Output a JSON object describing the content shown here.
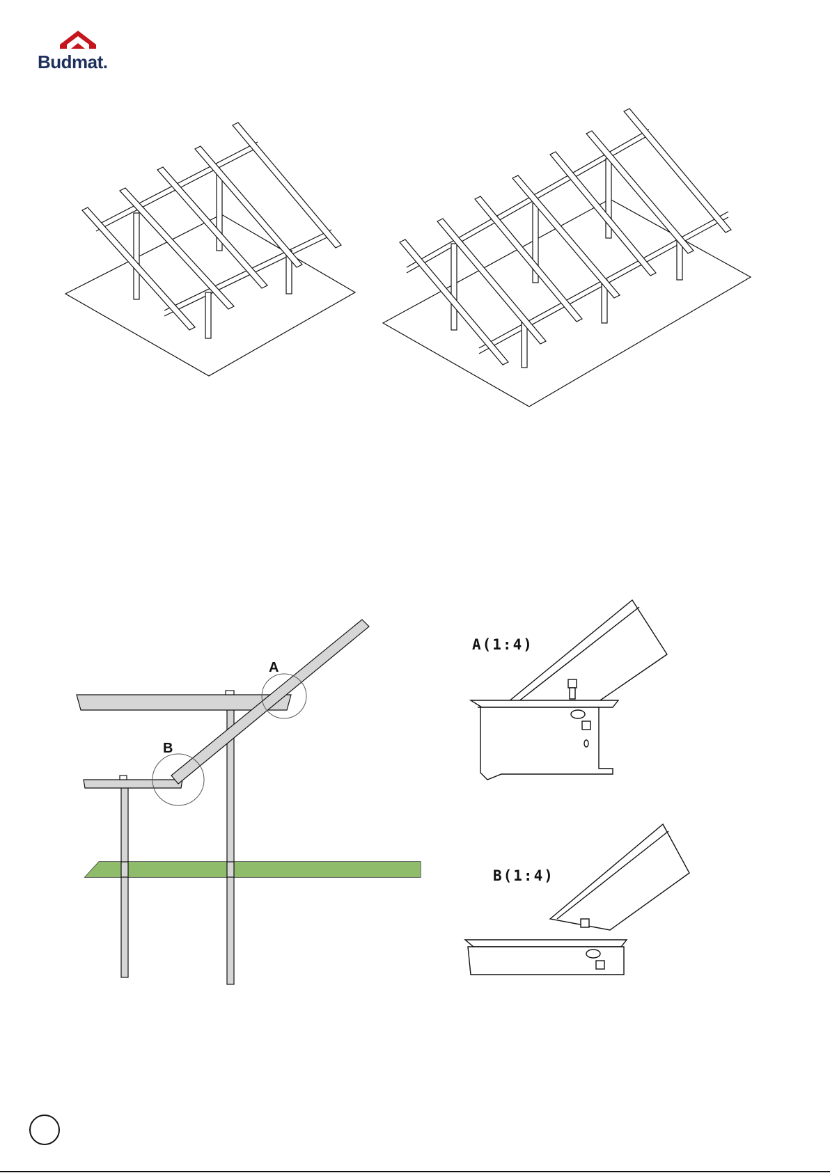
{
  "brand": {
    "name": "Budmat.",
    "roof_color": "#c4161c",
    "text_color": "#1e2f5c"
  },
  "detail_labels": {
    "a": "A",
    "b": "B",
    "detail_a": "A(1:4)",
    "detail_b": "B(1:4)"
  },
  "colors": {
    "ground": "#8fbc6a",
    "beam": "#d6d6d6",
    "stroke": "#111111"
  }
}
